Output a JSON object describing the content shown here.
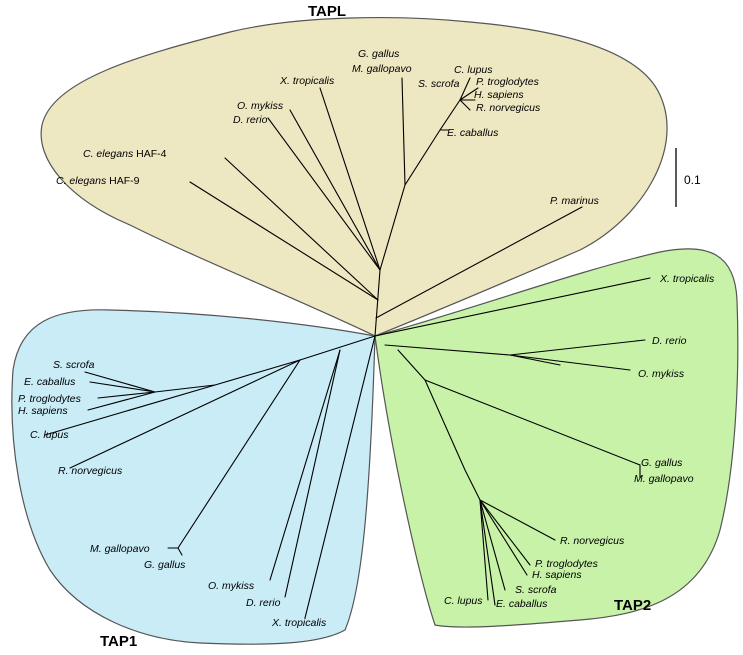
{
  "colors": {
    "tapl": "#ede7c2",
    "tap1": "#c9ecf7",
    "tap2": "#c8f2a8",
    "outline": "#555555"
  },
  "clades": {
    "tapl": "TAPL",
    "tap1": "TAP1",
    "tap2": "TAP2"
  },
  "scale_bar": {
    "label": "0.1"
  },
  "tapl": {
    "g_gallus": "G. gallus",
    "m_gallopavo": "M. gallopavo",
    "x_tropicalis": "X. tropicalis",
    "c_lupus": "C. lupus",
    "s_scrofa": "S. scrofa",
    "p_troglodytes": "P. troglodytes",
    "h_sapiens": "H. sapiens",
    "r_norvegicus": "R. norvegicus",
    "e_caballus": "E. caballus",
    "o_mykiss": "O. mykiss",
    "d_rerio": "D. rerio",
    "c_elegans_haf4_species": "C. elegans",
    "c_elegans_haf4_gene": " HAF-4",
    "c_elegans_haf9_species": "C. elegans",
    "c_elegans_haf9_gene": " HAF-9",
    "p_marinus": "P. marinus"
  },
  "tap1": {
    "s_scrofa": "S. scrofa",
    "e_caballus": "E. caballus",
    "p_troglodytes": "P. troglodytes",
    "h_sapiens": "H. sapiens",
    "c_lupus": "C. lupus",
    "r_norvegicus": "R. norvegicus",
    "m_gallopavo": "M. gallopavo",
    "g_gallus": "G. gallus",
    "o_mykiss": "O. mykiss",
    "d_rerio": "D. rerio",
    "x_tropicalis": "X. tropicalis"
  },
  "tap2": {
    "x_tropicalis": "X. tropicalis",
    "d_rerio": "D. rerio",
    "o_mykiss": "O. mykiss",
    "g_gallus": "G. gallus",
    "m_gallopavo": "M. gallopavo",
    "r_norvegicus": "R. norvegicus",
    "p_troglodytes": "P. troglodytes",
    "h_sapiens": "H. sapiens",
    "s_scrofa": "S. scrofa",
    "c_lupus": "C. lupus",
    "e_caballus": "E. caballus"
  }
}
